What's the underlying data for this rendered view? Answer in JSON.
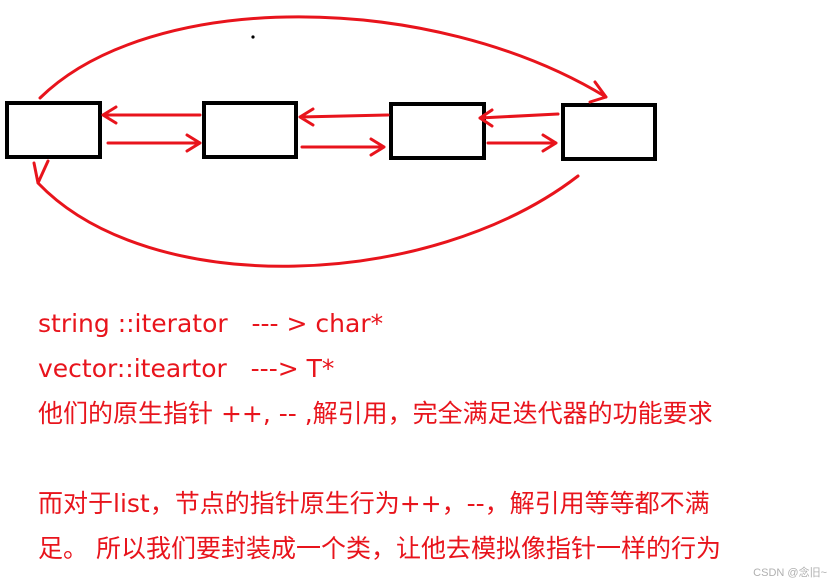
{
  "diagram": {
    "node_count": 4,
    "stroke_color": "#000000",
    "arrow_color": "#e8141c"
  },
  "text": {
    "line1": "string ::iterator   --- > char*",
    "line2": "vector::iteartor   ---> T*",
    "line3": "他们的原生指针 ++, -- ,解引用，完全满足迭代器的功能要求",
    "line4": "而对于list，节点的指针原生行为++，--，解引用等等都不满",
    "line5": "足。 所以我们要封装成一个类，让他去模拟像指针一样的行为"
  },
  "watermark": "CSDN @念旧~"
}
